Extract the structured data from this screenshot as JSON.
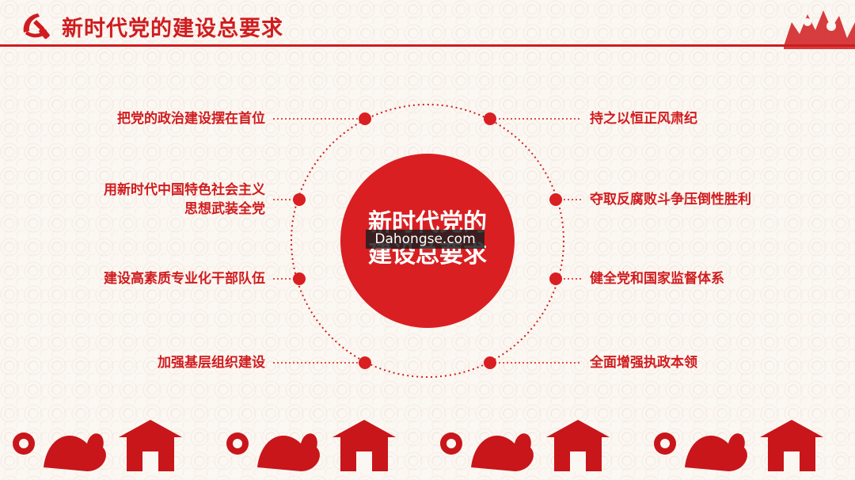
{
  "header": {
    "title": "新时代党的建设总要求"
  },
  "center": {
    "line1": "新时代党的",
    "line2": "建设总要求",
    "watermark": "Dahongse.com"
  },
  "items": {
    "left": [
      "把党的政治建设摆在首位",
      "用新时代中国特色社会主义",
      "思想武装全党",
      "建设高素质专业化干部队伍",
      "加强基层组织建设"
    ],
    "right": [
      "持之以恒正风肃纪",
      "夺取反腐败斗争压倒性胜利",
      "健全党和国家监督体系",
      "全面增强执政本领"
    ]
  },
  "colors": {
    "accent": "#d01c1f",
    "background": "#fbf7f2",
    "paper_cut": "#c8161b"
  },
  "icons": {
    "logo": "party-emblem-icon",
    "footer": "paper-cut-rooster-house-border"
  }
}
